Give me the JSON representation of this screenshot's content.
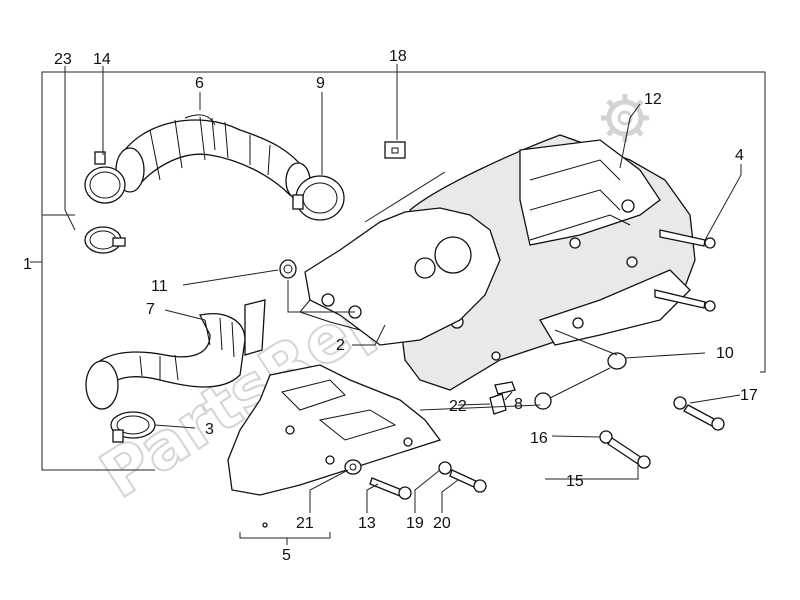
{
  "labels": {
    "p1": "1",
    "p2": "2",
    "p3": "3",
    "p4": "4",
    "p5": "5",
    "p6": "6",
    "p7": "7",
    "p8": "8",
    "p9": "9",
    "p10": "10",
    "p11": "11",
    "p12": "12",
    "p13": "13",
    "p14": "14",
    "p15": "15",
    "p16": "16",
    "p17": "17",
    "p18": "18",
    "p19": "19",
    "p20": "20",
    "p21": "21",
    "p22": "22",
    "p23": "23"
  },
  "watermark": "PartsRepublik"
}
